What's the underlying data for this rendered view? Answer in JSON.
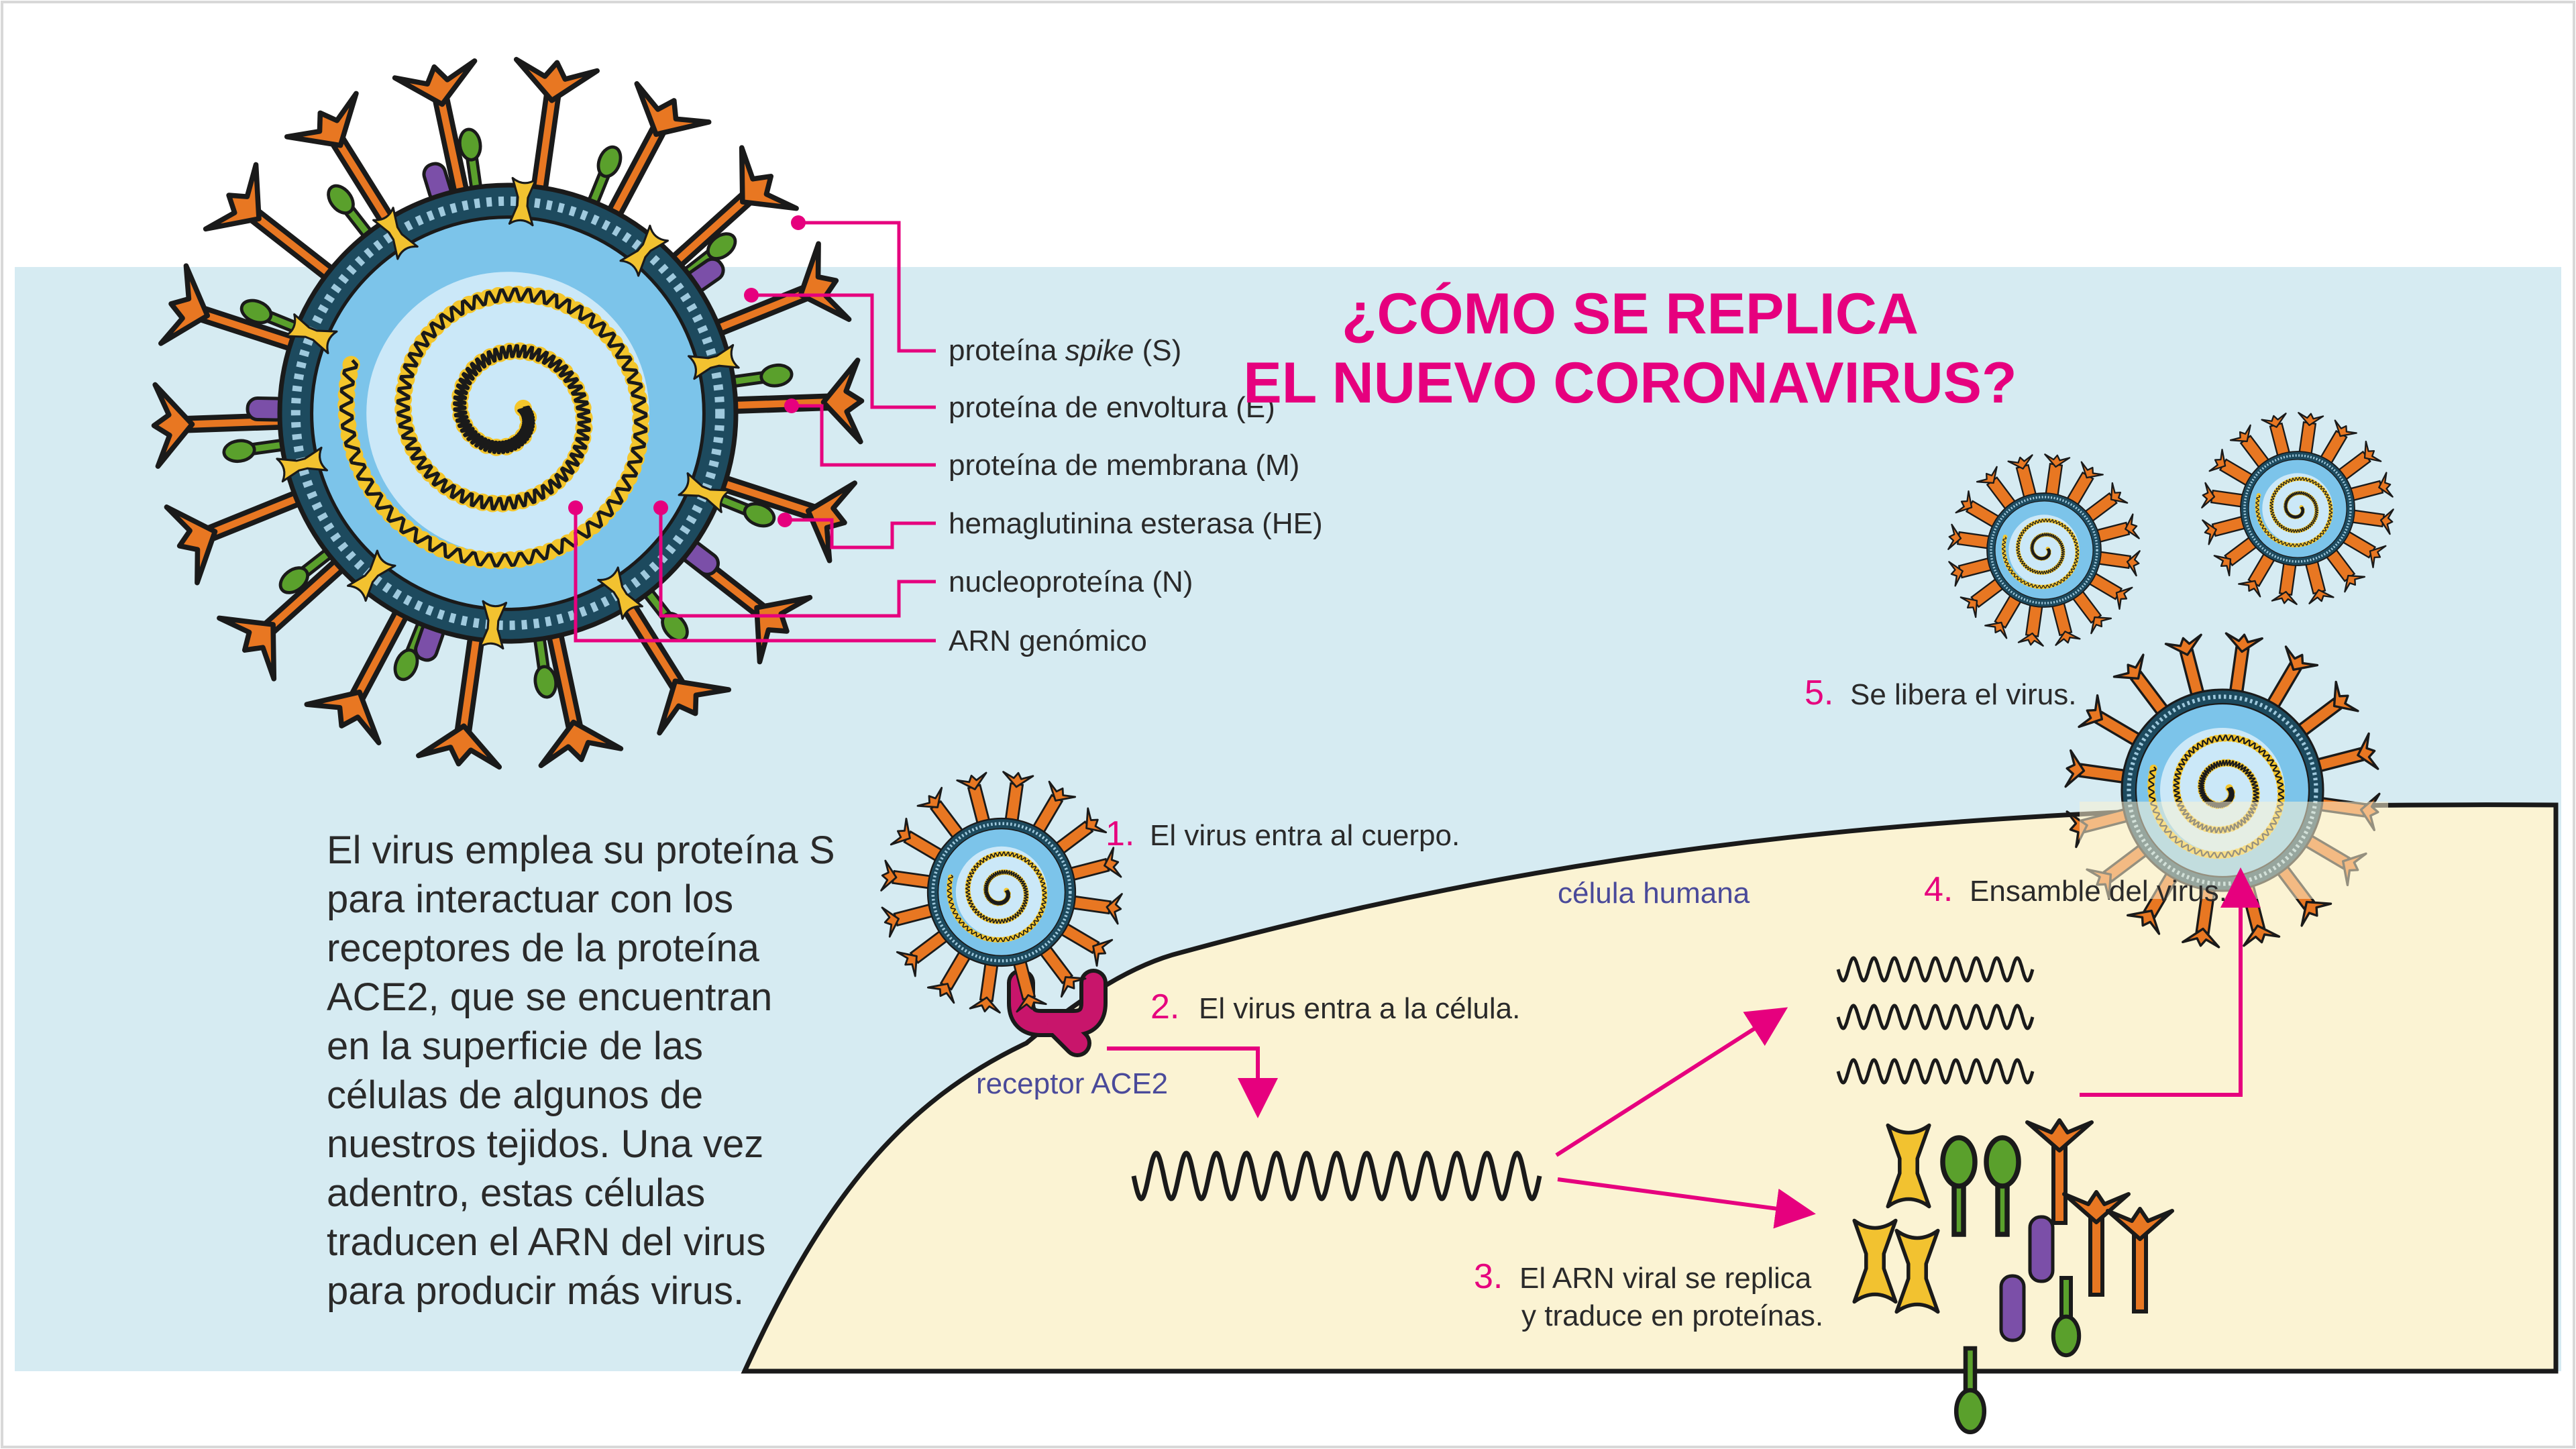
{
  "title": {
    "line1": "¿CÓMO SE REPLICA",
    "line2": "EL NUEVO CORONAVIRUS?"
  },
  "labels": {
    "spike_pre": "proteína ",
    "spike_em": "spike",
    "spike_post": " (S)",
    "envelope": "proteína de envoltura (E)",
    "membrane": "proteína de membrana (M)",
    "he": "hemaglutinina esterasa (HE)",
    "nucleo": "nucleoproteína (N)",
    "rna": "ARN genómico"
  },
  "description": [
    "El virus emplea su proteína S",
    "para interactuar con los",
    "receptores de la proteína",
    "ACE2, que se encuentran",
    "en la superficie de las",
    "células de algunos de",
    "nuestros tejidos. Una vez",
    "adentro, estas células",
    "traducen el ARN del virus",
    "para producir más virus."
  ],
  "steps": [
    {
      "num": "1.",
      "text": "El virus entra al cuerpo."
    },
    {
      "num": "2.",
      "text": "El virus entra a la célula."
    },
    {
      "num": "3.",
      "text": "El ARN viral se replica",
      "text2": "y traduce en proteínas."
    },
    {
      "num": "4.",
      "text": "Ensamble del virus."
    },
    {
      "num": "5.",
      "text": "Se libera el virus."
    }
  ],
  "cell_label": "célula humana",
  "receptor_label": "receptor ACE2",
  "colors": {
    "accent": "#e6007e",
    "sky": "#d6ebf2",
    "cell": "#fbf3d3",
    "virus_fill": "#7cc4ea",
    "spike": "#e87722",
    "envelope_green": "#5aa02c",
    "membrane_yellow": "#f2c230",
    "he_purple": "#7b4fa8"
  }
}
